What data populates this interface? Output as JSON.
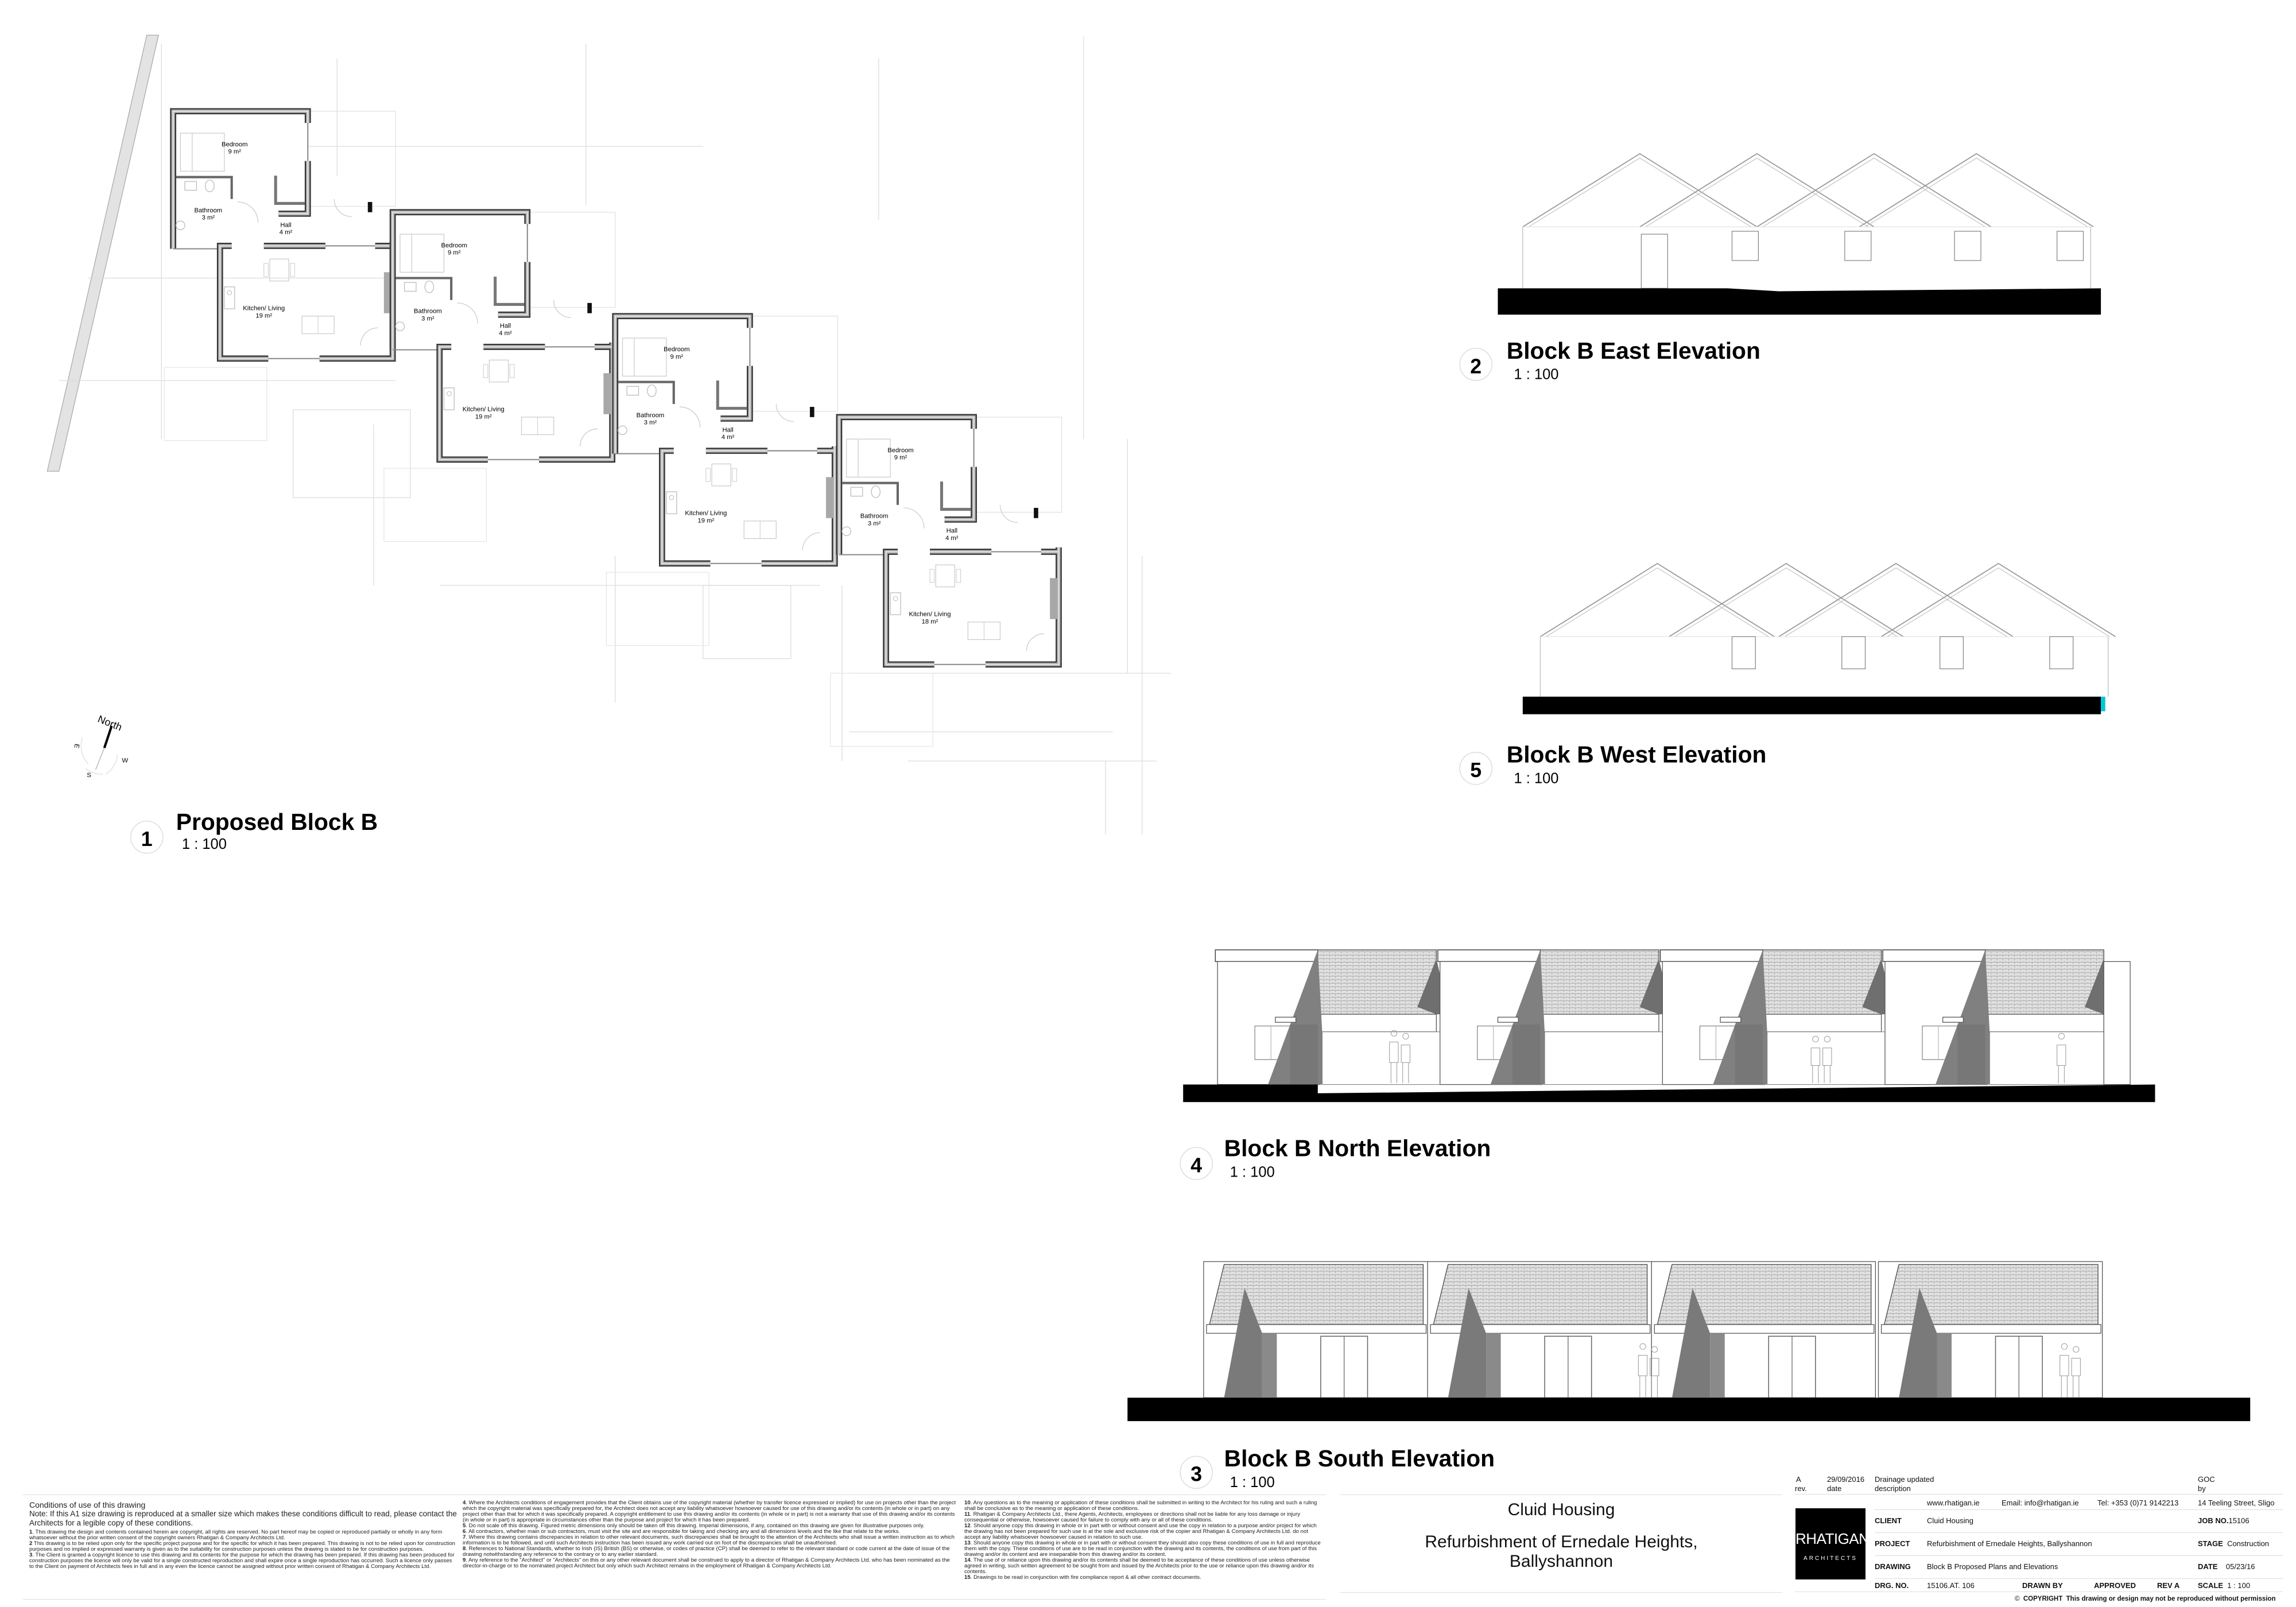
{
  "plan": {
    "number": "1",
    "title": "Proposed Block B",
    "scale": "1 : 100",
    "compass": {
      "north": "North",
      "east": "E",
      "west": "W",
      "south": "S"
    },
    "units": [
      {
        "rooms": [
          {
            "name": "Bedroom",
            "area": "9 m²"
          },
          {
            "name": "Bathroom",
            "area": "3 m²"
          },
          {
            "name": "Hall",
            "area": "4 m²"
          },
          {
            "name": "Kitchen/ Living",
            "area": "19 m²"
          }
        ]
      },
      {
        "rooms": [
          {
            "name": "Bedroom",
            "area": "9 m²"
          },
          {
            "name": "Bathroom",
            "area": "3 m²"
          },
          {
            "name": "Hall",
            "area": "4 m²"
          },
          {
            "name": "Kitchen/ Living",
            "area": "19 m²"
          }
        ]
      },
      {
        "rooms": [
          {
            "name": "Bedroom",
            "area": "9 m²"
          },
          {
            "name": "Bathroom",
            "area": "3 m²"
          },
          {
            "name": "Hall",
            "area": "4 m²"
          },
          {
            "name": "Kitchen/ Living",
            "area": "19 m²"
          }
        ]
      },
      {
        "rooms": [
          {
            "name": "Bedroom",
            "area": "9 m²"
          },
          {
            "name": "Bathroom",
            "area": "3 m²"
          },
          {
            "name": "Hall",
            "area": "4 m²"
          },
          {
            "name": "Kitchen/ Living",
            "area": "18 m²"
          }
        ]
      }
    ]
  },
  "views": {
    "east": {
      "number": "2",
      "title": "Block B East Elevation",
      "scale": "1 : 100"
    },
    "west": {
      "number": "5",
      "title": "Block B West Elevation",
      "scale": "1 : 100"
    },
    "north": {
      "number": "4",
      "title": "Block B North Elevation",
      "scale": "1 : 100"
    },
    "south": {
      "number": "3",
      "title": "Block B South Elevation",
      "scale": "1 : 100"
    }
  },
  "conditions": {
    "heading": "Conditions of use of this drawing",
    "note": "Note: If this A1 size drawing is reproduced at a smaller size which makes these conditions difficult to read, please contact the Architects for a legible copy of these conditions.",
    "items": [
      {
        "n": "1",
        "text": ". This drawing the design and contents contained herein are copyright, all rights are reserved.  No part hereof may be copied or reproduced partially or wholly in any form whatsoever without the prior written consent of the copyright owners Rhatigan & Company Architects Ltd."
      },
      {
        "n": "2",
        "text": " This drawing is to be relied upon only for the specific project purpose and for the specific for which it has been prepared.  This drawing is not to be relied upon for construction purposes and no implied or expressed warranty is given as to the suitability for construction purposes unless the drawing is stated to be for construction purposes."
      },
      {
        "n": "3",
        "text": ". The Client is granted a copyright licence to use this drawing and its contents for the purpose for which the drawing has been prepared.  If this drawing has been produced for construction purposes the licence will only be valid for a single constructed reproduction and shall expire once a single reproduction has occurred. Such a licence only passes to the Client on payment of Architects fees in full and in any even the licence cannot be assigned without prior written consent of Rhatigan & Company Architects Ltd."
      },
      {
        "n": "4",
        "text": ". Where the Architects conditions of engagement provides that the Client obtains use of the copyright material (whether by transfer licence expressed or implied) for use on projects other than the project which the copyright material was specifically prepared for, the Architect does not accept any liability whatsoever howsoever caused for use of this drawing and/or its contents (in whole or in part) on any project other than that for which it was specifically prepared.  A copyright entitlement to use this drawing and/or its contents (in whole or in part) is not a warranty that use of this drawing and/or its contents (in whole or in part) is appropriate in circumstances other than the purpose and project for which it has been prepared."
      },
      {
        "n": "5",
        "text": ". Do not scale off this drawing.  Figured metric dimensions only should be taken off this drawing.  Imperial dimensions, if any, contained on this drawing are given for illustrative purposes only."
      },
      {
        "n": "6",
        "text": ". All contractors, whether main or sub contractors, must visit the site and are responsible for taking and checking any and all dimensions levels and the like that relate to the works."
      },
      {
        "n": "7",
        "text": ". Where this drawing contains discrepancies in relation to other relevant documents, such discrepancies shall be brought to the attention of the Architects who shall issue a written instruction as to which information is to be followed, and until such Architects instruction has been issued any work carried out on foot of the discrepancies shall be unauthorised."
      },
      {
        "n": "8",
        "text": ". References to National Standards, whether to Irish (IS) British (BS) or otherwise, or codes of practice (CP) shall be deemed to refer to the relevant standard or code current at the date of issue of the drawing notwithstanding any reference to the contrary or to any earlier standard."
      },
      {
        "n": "9",
        "text": ". Any reference to the \"Architect\" or \"Architects\" on this or any other relevant document shall be construed to apply to a director of Rhatigan & Company Architects Ltd. who has been nominated as the director-in-charge or to the nominated project Architect but only which such Architect remains in the employment of Rhatigan & Company Architects Ltd."
      },
      {
        "n": "10",
        "text": ". Any questions as to the meaning or application of these conditions shall be submitted in writing to the Architect for his ruling and such a ruling shall be conclusive as to the meaning or application of these conditions."
      },
      {
        "n": "11",
        "text": ". Rhatigan & Company Architects Ltd., there Agents, Architects, employees or directions shall not be liable for any loss damage or injury consequential or otherwise, howsoever caused for failure to comply with any or all of these conditions."
      },
      {
        "n": "12",
        "text": ". Should anyone copy this drawing in whole or in part with or without consent and use the copy in relation to a purpose and/or project for which the drawing has not been prepared for such use is at the sole and exclusive risk of the copier and Rhatigan & Company Architects Ltd. do not accept any liability whatsoever howsoever caused in relation to such use."
      },
      {
        "n": "13",
        "text": ". Should anyone copy this drawing in whole or in part with or without consent they should also copy these conditions of use in full and reproduce them with the copy.  These conditions of use are to be read in conjunction with the drawing and its contents, the conditions of use from part of this drawing and/or its content and are inseparable from this drawing and/or its content."
      },
      {
        "n": "14",
        "text": ". The use of or reliance upon this drawing and/or its contents shall be deemed to be acceptance of these conditions of use unless otherwise agreed in writing, such written agreement to be sought from and issued by the Architects prior to the use or reliance upon this drawing and/or its contents."
      },
      {
        "n": "15",
        "text": ". Drawings to be read in conjunction with fire compliance report & all other contract documents."
      }
    ]
  },
  "project_panel": {
    "client": "Cluid Housing",
    "project_line1": "Refurbishment of Ernedale Heights,",
    "project_line2": "Ballyshannon"
  },
  "title_block": {
    "revision": {
      "rev": "A",
      "date": "29/09/2016",
      "description": "Drainage updated",
      "by": "GOC"
    },
    "rev_headers": {
      "rev": "rev.",
      "date": "date",
      "description": "description",
      "by": "by"
    },
    "logo": {
      "name": "RHATIGAN",
      "sub": "ARCHITECTS"
    },
    "website": "www.rhatigan.ie",
    "email": "Email: info@rhatigan.ie",
    "tel": "Tel:  +353 (0)71 9142213",
    "address": "14 Teeling Street, Sligo",
    "client_label": "CLIENT",
    "client": "Cluid Housing",
    "job_label": "JOB NO.",
    "job": "15106",
    "project_label": "PROJECT",
    "project": "Refurbishment of Ernedale Heights, Ballyshannon",
    "stage_label": "STAGE",
    "stage": "Construction",
    "drawing_label": "DRAWING",
    "drawing": "Block B Proposed Plans and Elevations",
    "date_label": "DATE",
    "date": "05/23/16",
    "drg_label": "DRG. NO.",
    "drg": "15106.AT. 106",
    "drawn_by_label": "DRAWN BY",
    "approved_label": "APPROVED",
    "rev_label": "REV A",
    "scale_label": "SCALE",
    "scale": "1 : 100",
    "copyright_symbol": "©",
    "copyright_label": "COPYRIGHT",
    "copyright_text": "This drawing or design may not be reproduced without permission"
  },
  "colors": {
    "wall": "#9a9a9a",
    "shadow": "#7a7a7a",
    "ground": "#000000",
    "site_lines": "#d8d8d8",
    "marker": "#00c8d8"
  }
}
